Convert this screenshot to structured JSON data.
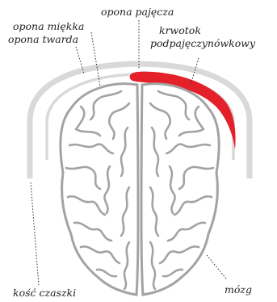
{
  "labels": {
    "arachnoid": "opona pajęcza",
    "pia": "opona miękka",
    "dura": "opona twarda",
    "hematoma_line1": "krwotok",
    "hematoma_line2": "podpajęczynówkowy",
    "skull": "kość czaszki",
    "brain": "mózg"
  },
  "colors": {
    "hemorrhage": "#e4202a",
    "membrane": "#d9d9d9",
    "brain_fill": "#ffffff",
    "brain_outline": "#a3a3a3",
    "leader_line": "#333333"
  }
}
